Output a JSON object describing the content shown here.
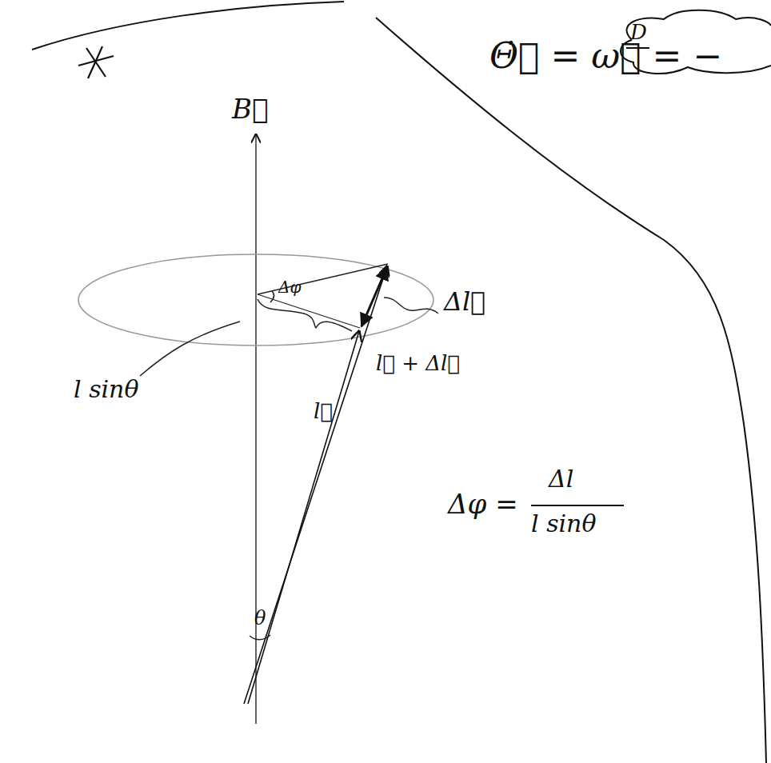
{
  "diagram": {
    "labels": [
      "D",
      "Θ̇⃗ = ω⃗ = −",
      "B⃗",
      "Δφ",
      "Δl⃗",
      "l sinθ",
      "l⃗ + Δl⃗",
      "l⃗",
      "θ",
      "Δφ =",
      "Δl",
      "l sinθ"
    ]
  }
}
